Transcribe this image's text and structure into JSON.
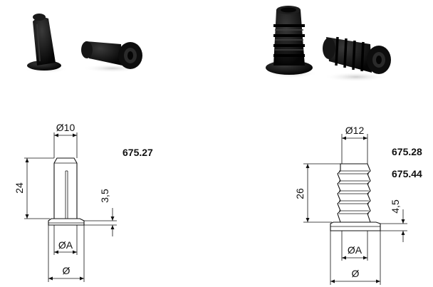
{
  "left_part": {
    "code": "675.27",
    "diameter_top": "Ø10",
    "height": "24",
    "flange_thickness": "3,5",
    "inner_diameter": "ØA",
    "outer_diameter": "Ø"
  },
  "right_part": {
    "code_1": "675.28",
    "code_2": "675.44",
    "diameter_top": "Ø12",
    "height": "26",
    "flange_thickness": "4,5",
    "inner_diameter": "ØA",
    "outer_diameter": "Ø"
  },
  "colors": {
    "part_black": "#111111",
    "line": "#111111",
    "background": "#ffffff"
  }
}
